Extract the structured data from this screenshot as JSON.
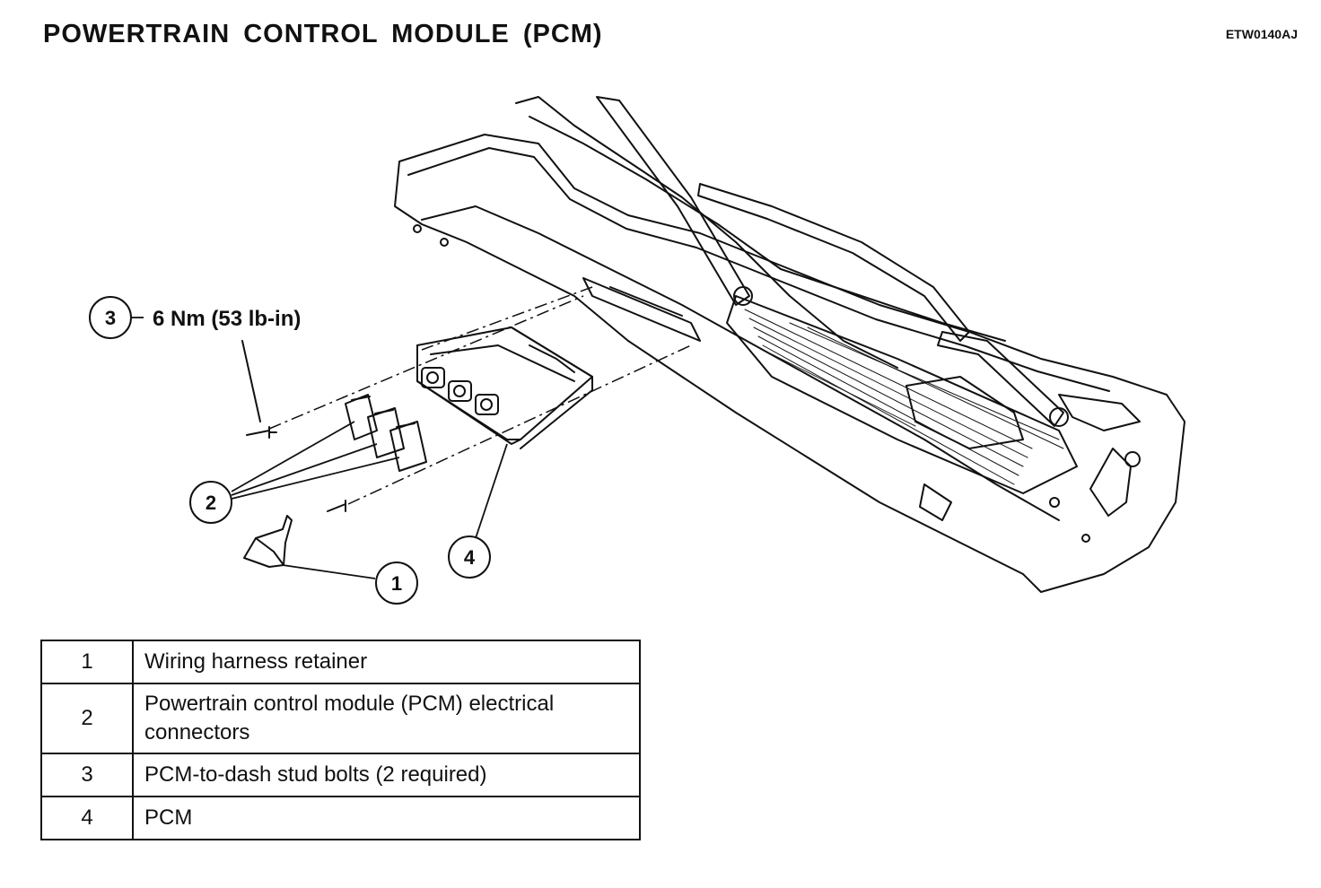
{
  "header": {
    "title": "POWERTRAIN CONTROL MODULE (PCM)",
    "code": "ETW0140AJ"
  },
  "callouts": {
    "c1": "1",
    "c2": "2",
    "c3": "3",
    "c4": "4",
    "torque": "6 Nm (53 lb-in)"
  },
  "legend": [
    {
      "num": "1",
      "desc": "Wiring harness retainer"
    },
    {
      "num": "2",
      "desc": "Powertrain control module (PCM) electrical connectors"
    },
    {
      "num": "3",
      "desc": "PCM-to-dash stud bolts (2 required)"
    },
    {
      "num": "4",
      "desc": "PCM"
    }
  ]
}
